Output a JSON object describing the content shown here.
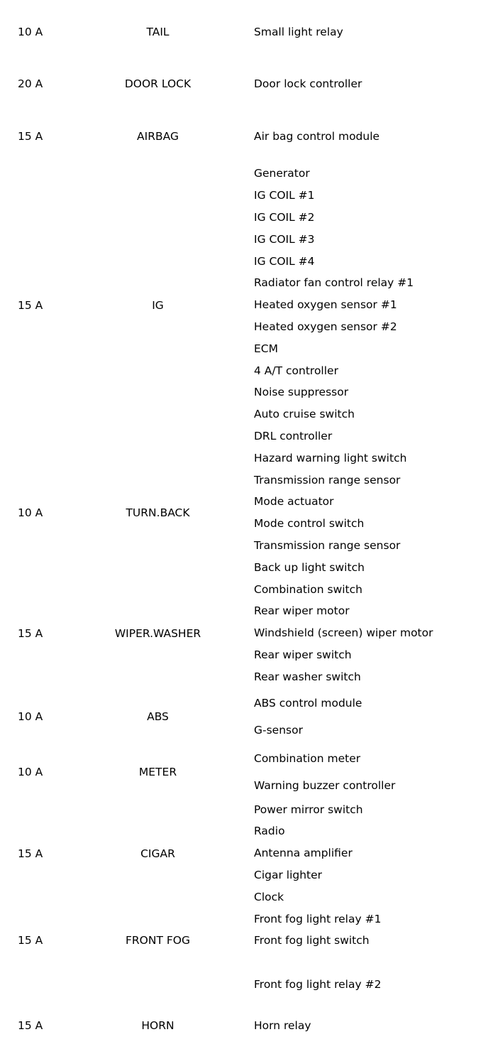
{
  "page": {
    "background": "#ffffff",
    "text_color": "#000000"
  },
  "fuse_rows": [
    {
      "amps": "10 A",
      "name": "TAIL",
      "circuits": [
        "Small light relay"
      ]
    },
    {
      "amps": "20 A",
      "name": "DOOR LOCK",
      "circuits": [
        "Door lock controller"
      ]
    },
    {
      "amps": "15 A",
      "name": "AIRBAG",
      "circuits": [
        "Air bag control module"
      ]
    },
    {
      "amps": "15 A",
      "name": "IG",
      "circuits": [
        "Generator",
        "IG COIL #1",
        "IG COIL #2",
        "IG COIL #3",
        "IG COIL #4",
        "Radiator fan control relay #1",
        "Heated oxygen sensor #1",
        "Heated oxygen sensor #2",
        "ECM",
        "4 A/T controller",
        "Noise suppressor",
        "Auto cruise switch",
        "DRL controller"
      ]
    },
    {
      "amps": "10 A",
      "name": "TURN.BACK",
      "circuits": [
        "Hazard warning light switch",
        "Transmission range sensor",
        "Mode actuator",
        "Mode control switch",
        "Transmission range sensor",
        "Back up light switch"
      ]
    },
    {
      "amps": "15 A",
      "name": "WIPER.WASHER",
      "circuits": [
        "Combination switch",
        "Rear wiper motor",
        "Windshield (screen) wiper motor",
        "Rear wiper switch",
        "Rear washer switch"
      ]
    },
    {
      "amps": "10 A",
      "name": "ABS",
      "circuits": [
        "ABS control module",
        "G-sensor"
      ]
    },
    {
      "amps": "10 A",
      "name": "METER",
      "circuits": [
        "Combination meter",
        "Warning buzzer controller"
      ]
    },
    {
      "amps": "15 A",
      "name": "CIGAR",
      "circuits": [
        "Power mirror switch",
        "Radio",
        "Antenna amplifier",
        "Cigar lighter",
        "Clock"
      ]
    },
    {
      "amps": "15 A",
      "name": "FRONT FOG",
      "circuits": [
        "Front fog light relay #1",
        "Front fog light switch",
        "",
        "Front fog light relay #2"
      ]
    },
    {
      "amps": "15 A",
      "name": "HORN",
      "circuits": [
        "Horn relay"
      ]
    }
  ]
}
